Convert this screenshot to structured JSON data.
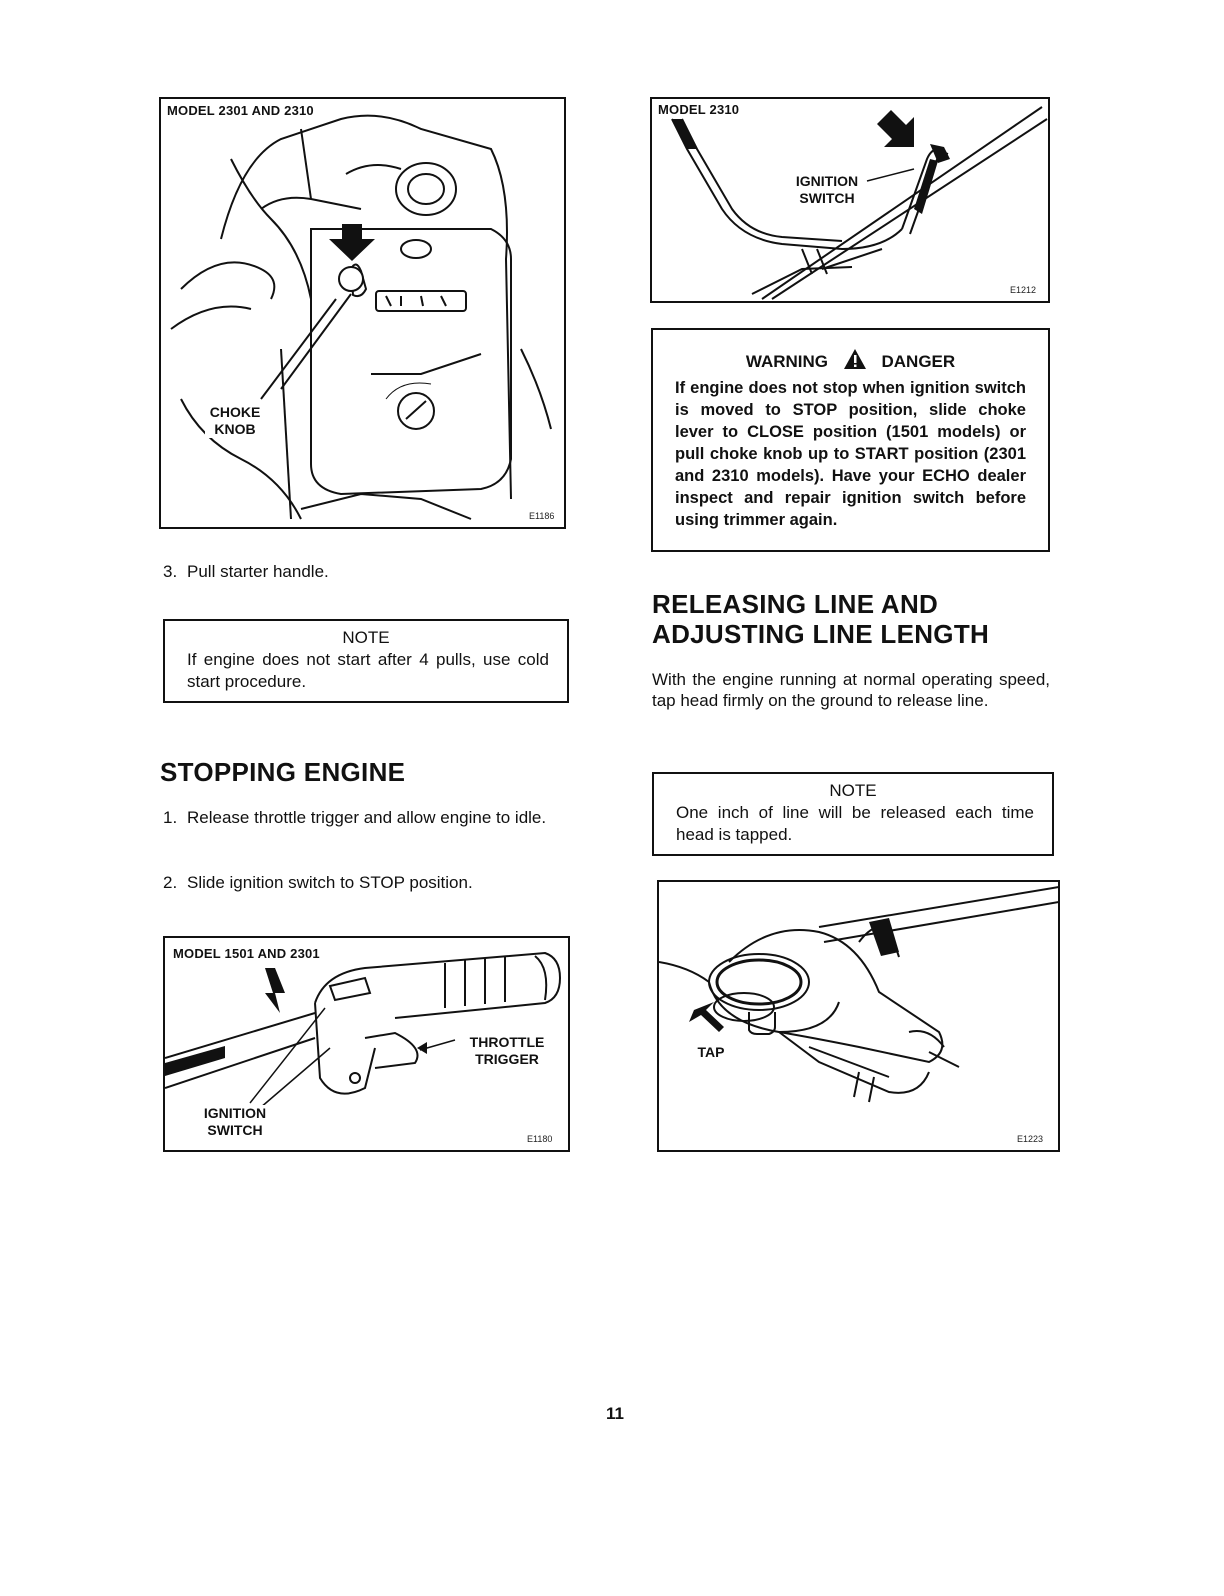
{
  "figures": {
    "engine": {
      "model_label": "MODEL 2301 AND 2310",
      "callout": "CHOKE KNOB",
      "code": "E1186"
    },
    "handle_2310": {
      "model_label": "MODEL 2310",
      "callout": "IGNITION SWITCH",
      "code": "E1212"
    },
    "handle_1501": {
      "model_label": "MODEL 1501 AND 2301",
      "callout_throttle": "THROTTLE TRIGGER",
      "callout_ignition": "IGNITION SWITCH",
      "code": "E1180"
    },
    "head": {
      "callout": "TAP",
      "code": "E1223"
    }
  },
  "left": {
    "step3": {
      "num": "3.",
      "text": "Pull starter handle."
    },
    "note": {
      "title": "NOTE",
      "body": "If engine does not start after 4 pulls, use cold start procedure."
    },
    "heading": "STOPPING ENGINE",
    "step1": {
      "num": "1.",
      "text": "Release throttle trigger and allow engine to idle."
    },
    "step2": {
      "num": "2.",
      "text": "Slide ignition switch to STOP position."
    }
  },
  "right": {
    "warning": {
      "label_left": "WARNING",
      "label_right": "DANGER",
      "body": "If engine does not stop when ignition switch is moved to STOP position, slide choke lever to CLOSE position (1501 models) or pull choke knob up to START position (2301 and 2310 models). Have your ECHO dealer inspect and repair ignition switch before using trimmer again."
    },
    "heading": "RELEASING LINE AND ADJUSTING LINE LENGTH",
    "paragraph": "With the engine running at normal operating speed, tap head firmly on the ground to release line.",
    "note": {
      "title": "NOTE",
      "body": "One inch of line will be released each time head is tapped."
    }
  },
  "page_number": "11"
}
